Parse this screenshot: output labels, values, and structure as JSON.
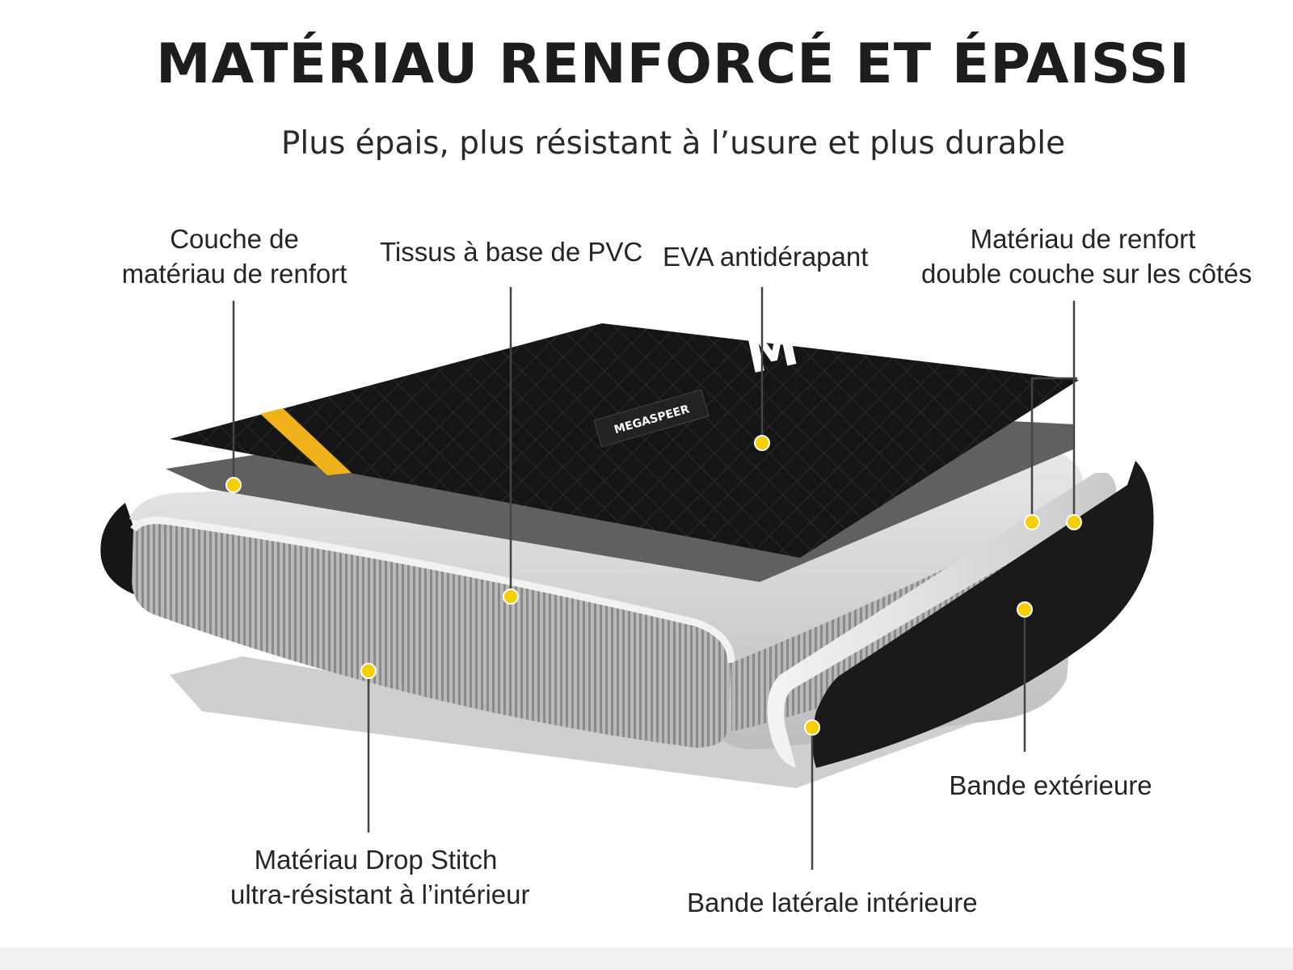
{
  "title": "MATÉRIAU RENFORCÉ ET ÉPAISSI",
  "subtitle": "Plus épais, plus résistant à l’usure et plus durable",
  "brand": {
    "logo_text": "MEGASPEER",
    "logo_mark": "M"
  },
  "colors": {
    "dot": "#f5cf00",
    "accent_stripe": "#f0b21a",
    "eva_black": "#151515",
    "layer_grey": "#5e5e5e"
  },
  "labels": [
    {
      "id": "reinforcement-layer",
      "lines": [
        "Couche de",
        "matériau de renfort"
      ]
    },
    {
      "id": "pvc-fabric",
      "lines": [
        "Tissus à base de PVC"
      ]
    },
    {
      "id": "eva-antislip",
      "lines": [
        "EVA antidérapant"
      ]
    },
    {
      "id": "double-side-reinforcement",
      "lines": [
        "Matériau de renfort",
        "double couche sur les côtés"
      ]
    },
    {
      "id": "outer-band",
      "lines": [
        "Bande extérieure"
      ]
    },
    {
      "id": "inner-side-band",
      "lines": [
        "Bande latérale intérieure"
      ]
    },
    {
      "id": "drop-stitch",
      "lines": [
        "Matériau Drop Stitch",
        "ultra-résistant à l’intérieur"
      ]
    }
  ]
}
